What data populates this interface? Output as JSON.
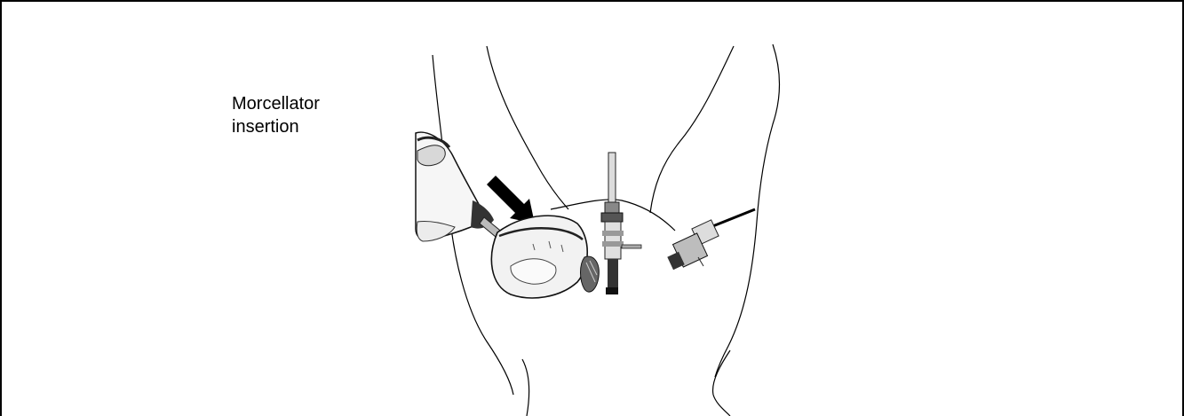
{
  "caption": "Morcellator\ninsertion",
  "colors": {
    "line": "#000000",
    "frame": "#000000",
    "background": "#ffffff"
  },
  "icons": [
    "downward-arrow-icon",
    "morcellator-handpiece",
    "specimen-bag",
    "laparoscope-trocar",
    "instrument-trocar"
  ]
}
